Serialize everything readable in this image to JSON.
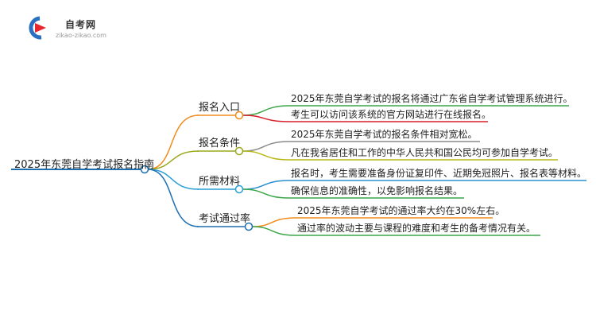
{
  "logo": {
    "title": "自考网",
    "subtitle": "zikao-zikao.com"
  },
  "colors": {
    "branch1": "#f08c1e",
    "branch2": "#9aa81e",
    "branch3": "#2a9fd6",
    "branch4": "#1e6fb0",
    "leaf_green": "#3aa648",
    "leaf_red": "#d81f2a",
    "leaf_gray": "#8a8a8a",
    "leaf_olive": "#b9b81a",
    "leaf_blue": "#2a8fd0",
    "leaf_orange": "#f08c1e"
  },
  "root": {
    "label": "2025年东莞自学考试报名指南"
  },
  "branches": [
    {
      "label": "报名入口",
      "leaves": [
        "2025年东莞自学考试的报名将通过广东省自学考试管理系统进行。",
        "考生可以访问该系统的官方网站进行在线报名。"
      ]
    },
    {
      "label": "报名条件",
      "leaves": [
        "2025年东莞自学考试的报名条件相对宽松。",
        "凡在我省居住和工作的中华人民共和国公民均可参加自学考试。"
      ]
    },
    {
      "label": "所需材料",
      "leaves": [
        "报名时，考生需要准备身份证复印件、近期免冠照片、报名表等材料。",
        "确保信息的准确性，以免影响报名结果。"
      ]
    },
    {
      "label": "考试通过率",
      "leaves": [
        "2025年东莞自学考试的通过率大约在30%左右。",
        "通过率的波动主要与课程的难度和考生的备考情况有关。"
      ]
    }
  ]
}
